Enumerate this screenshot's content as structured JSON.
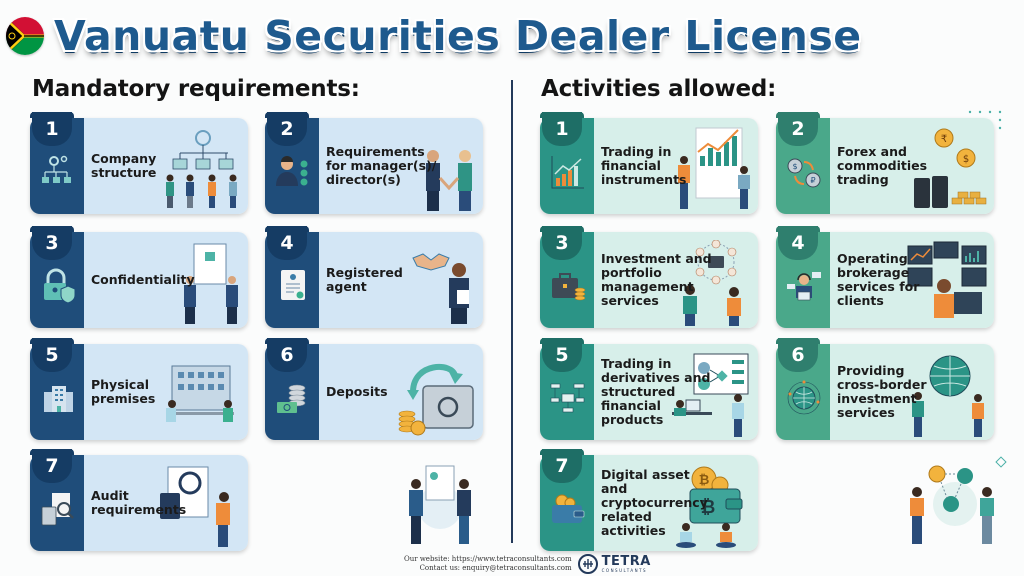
{
  "header": {
    "title": "Vanuatu Securities Dealer License",
    "flag_icon": "vanuatu-flag-icon"
  },
  "mandatory": {
    "heading": "Mandatory requirements:",
    "color_dark": "#1f4d7a",
    "color_light": "#d3e6f5",
    "items": [
      {
        "num": "1",
        "label": "Company structure",
        "icon": "org-chart-gears-icon"
      },
      {
        "num": "2",
        "label": "Requirements for manager(s)/ director(s)",
        "icon": "manager-checklist-icon"
      },
      {
        "num": "3",
        "label": "Confidentiality",
        "icon": "padlock-shield-icon"
      },
      {
        "num": "4",
        "label": "Registered agent",
        "icon": "certificate-document-icon"
      },
      {
        "num": "5",
        "label": "Physical premises",
        "icon": "office-building-icon"
      },
      {
        "num": "6",
        "label": "Deposits",
        "icon": "cash-coins-icon"
      },
      {
        "num": "7",
        "label": "Audit requirements",
        "icon": "calculator-magnifier-icon"
      }
    ]
  },
  "activities": {
    "heading": "Activities allowed:",
    "color_dark": "#2b9486",
    "color_light": "#d7efea",
    "items": [
      {
        "num": "1",
        "label": "Trading in financial instruments",
        "icon": "rising-bar-chart-icon"
      },
      {
        "num": "2",
        "label": "Forex and commodities trading",
        "icon": "currency-exchange-icon"
      },
      {
        "num": "3",
        "label": "Investment and portfolio management services",
        "icon": "briefcase-coins-icon"
      },
      {
        "num": "4",
        "label": "Operating brokerage services for clients",
        "icon": "broker-headset-icon"
      },
      {
        "num": "5",
        "label": "Trading in derivatives and structured financial products",
        "icon": "structured-product-diagram-icon"
      },
      {
        "num": "6",
        "label": "Providing cross-border investment services",
        "icon": "globe-network-icon"
      },
      {
        "num": "7",
        "label": "Digital asset and cryptocurrency related activities",
        "icon": "crypto-wallet-icon"
      }
    ]
  },
  "footer": {
    "website": "Our website: https://www.tetraconsultants.com",
    "contact": "Contact us: enquiry@tetraconsultants.com",
    "brand": "TETRA",
    "brand_sub": "CONSULTANTS"
  }
}
